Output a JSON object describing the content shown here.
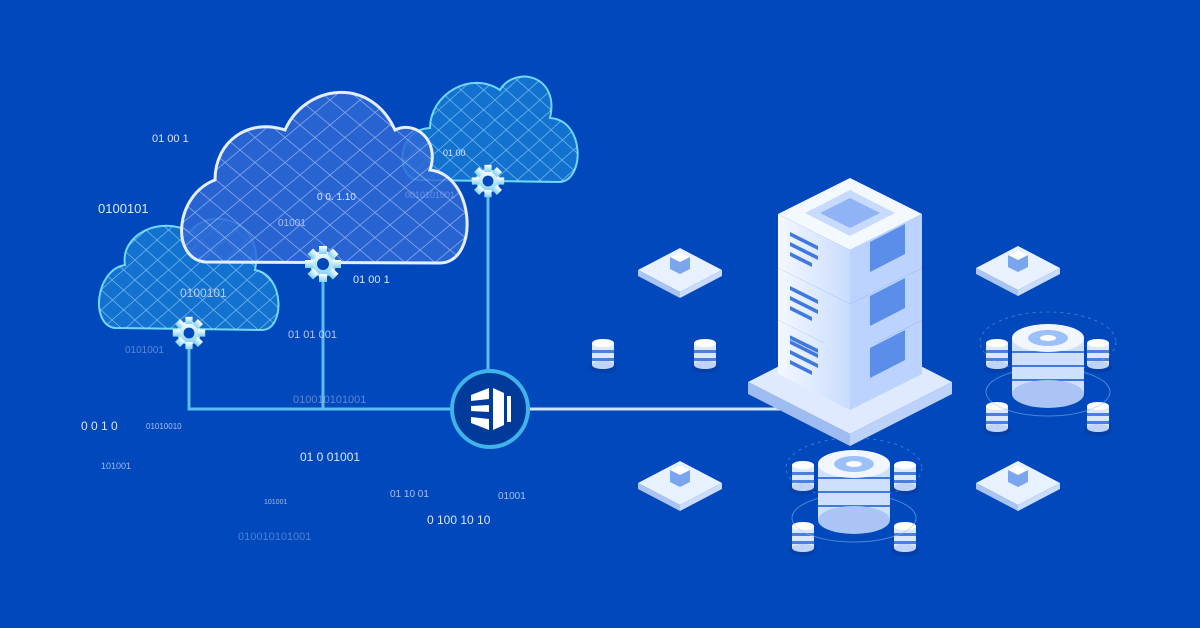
{
  "colors": {
    "background": "#0048bb",
    "line": "#5bbcf0",
    "server": "#e8f1ff",
    "accent": "#2a6fe8"
  },
  "binary": {
    "b1": "01 00  1",
    "b2": "0100101",
    "b3": "01 00",
    "b4": "0 0. 1.10",
    "b5": "01001",
    "b6": "0100101",
    "b7": "01 00  1",
    "b8": "01 01  001",
    "b9": "0101001",
    "b10": "010010101001",
    "b11": "0 0  1 0",
    "b12": "01010010",
    "b13": "101001",
    "b14": "01 0   01001",
    "b15": "101001",
    "b16": "01  10 01",
    "b17": "01001",
    "b18": "0  100  10 10",
    "b19": "010010101001",
    "b20": "0010101001"
  },
  "hub": {
    "icon": "logo-bars-icon"
  }
}
